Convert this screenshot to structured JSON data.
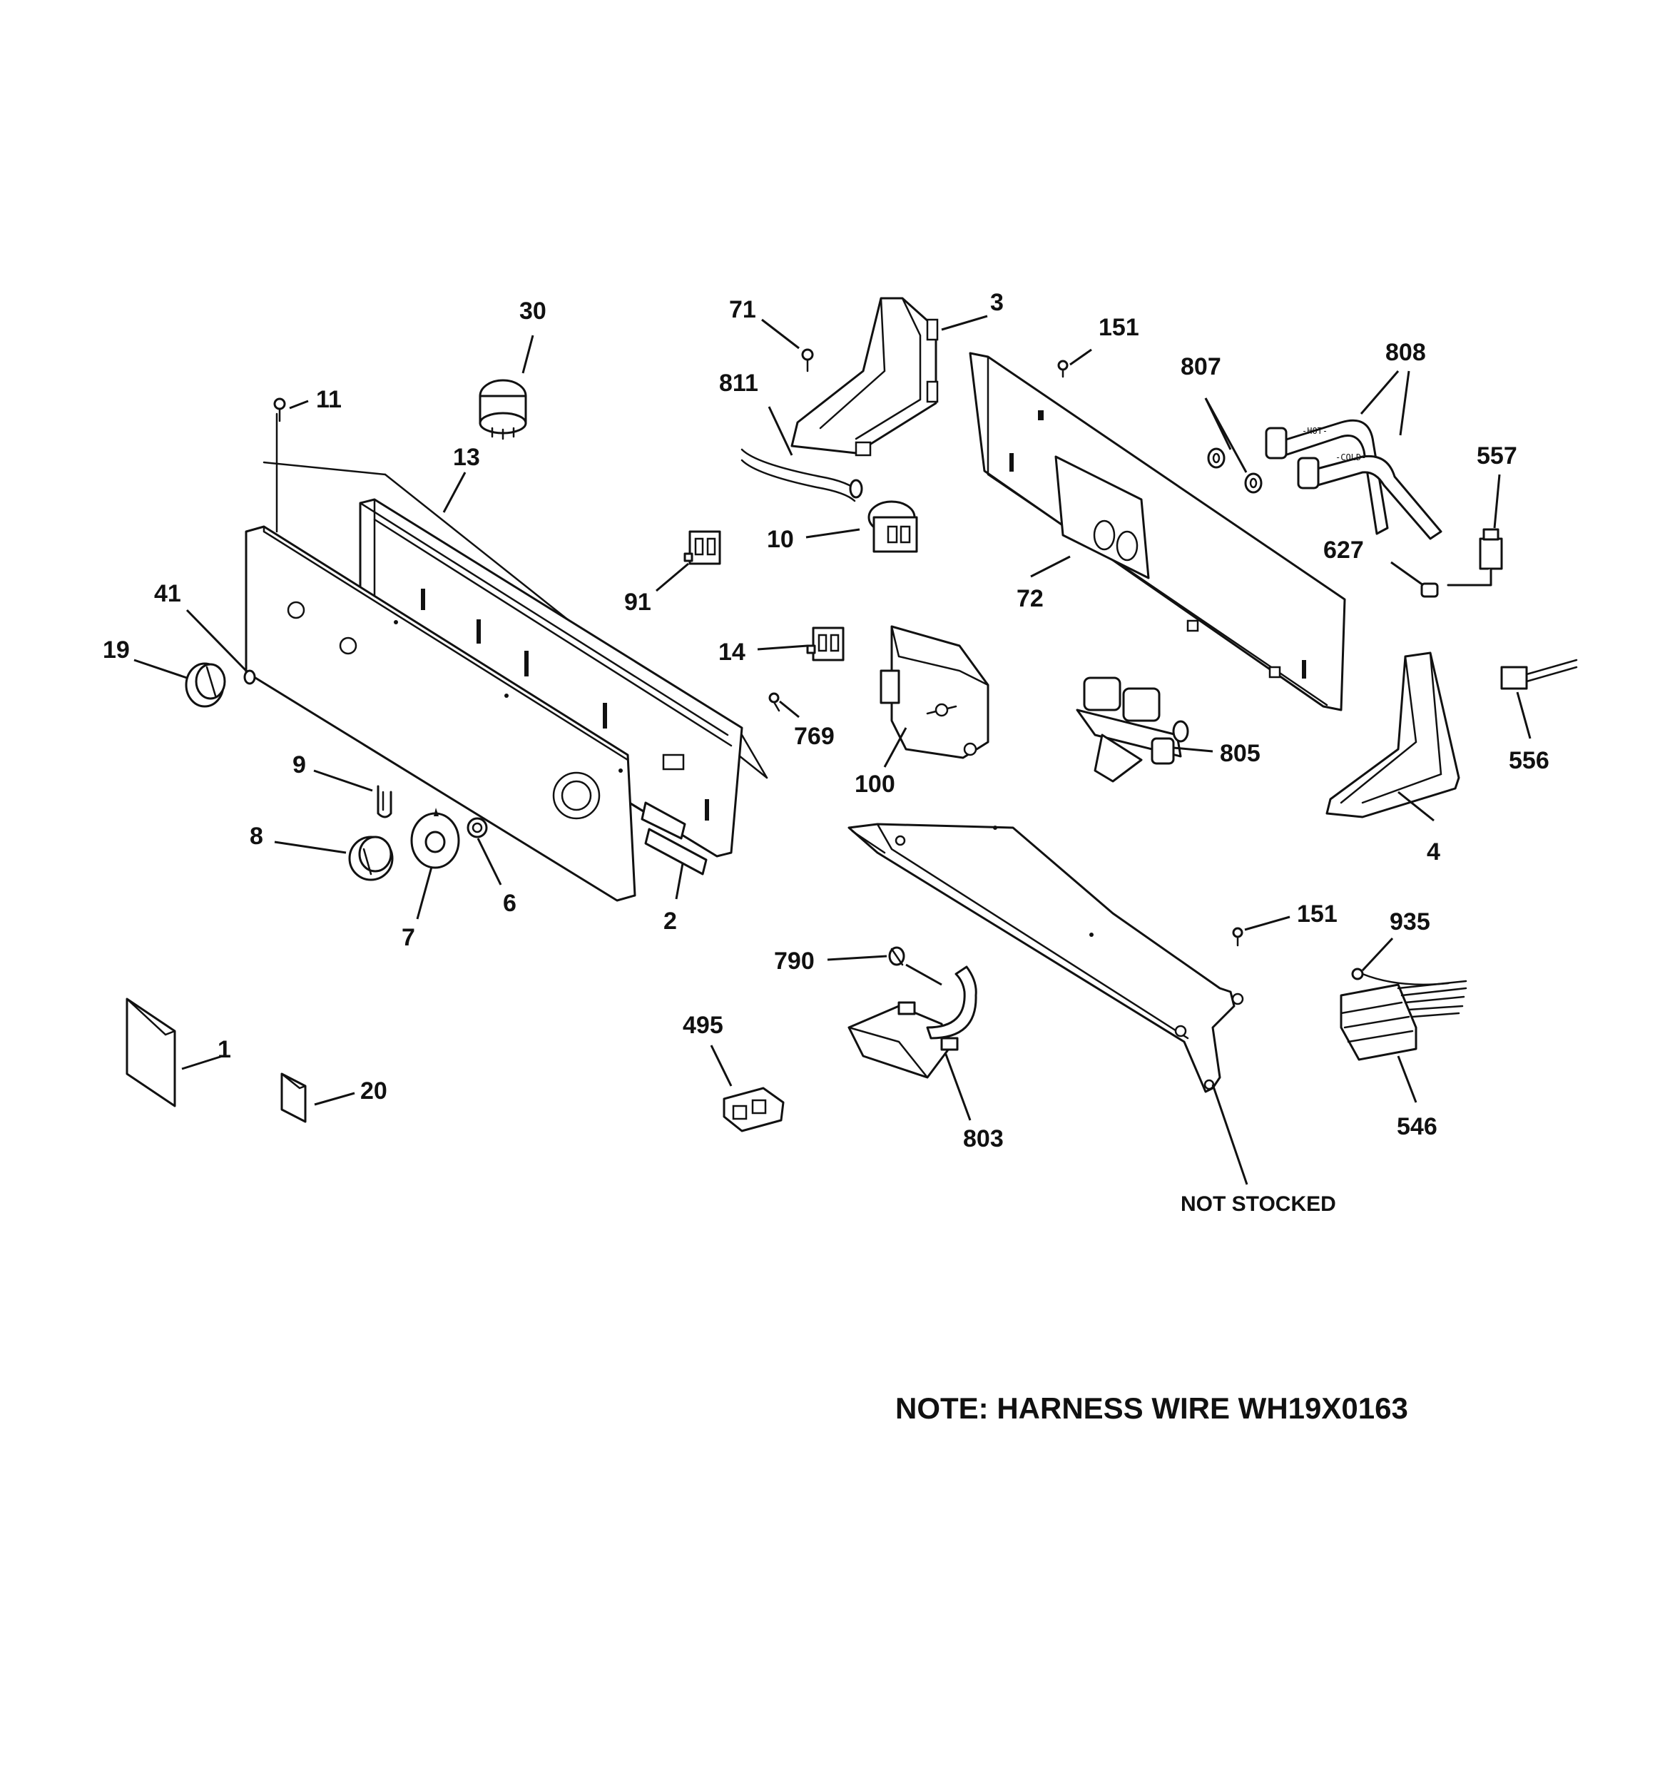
{
  "callouts": {
    "p1": "1",
    "p2": "2",
    "p3": "3",
    "p4": "4",
    "p6": "6",
    "p7": "7",
    "p8": "8",
    "p9": "9",
    "p10": "10",
    "p11": "11",
    "p13": "13",
    "p14": "14",
    "p19": "19",
    "p20": "20",
    "p30": "30",
    "p41": "41",
    "p71": "71",
    "p72": "72",
    "p91": "91",
    "p100": "100",
    "p151a": "151",
    "p151b": "151",
    "p495": "495",
    "p546": "546",
    "p556": "556",
    "p557": "557",
    "p627": "627",
    "p769": "769",
    "p790": "790",
    "p803": "803",
    "p805": "805",
    "p807": "807",
    "p808": "808",
    "p811": "811",
    "p935": "935"
  },
  "labels": {
    "not_stocked": "NOT STOCKED",
    "note": "NOTE: HARNESS WIRE WH19X0163",
    "hose_hot": "-HOT-",
    "hose_cold": "-COLD-"
  }
}
